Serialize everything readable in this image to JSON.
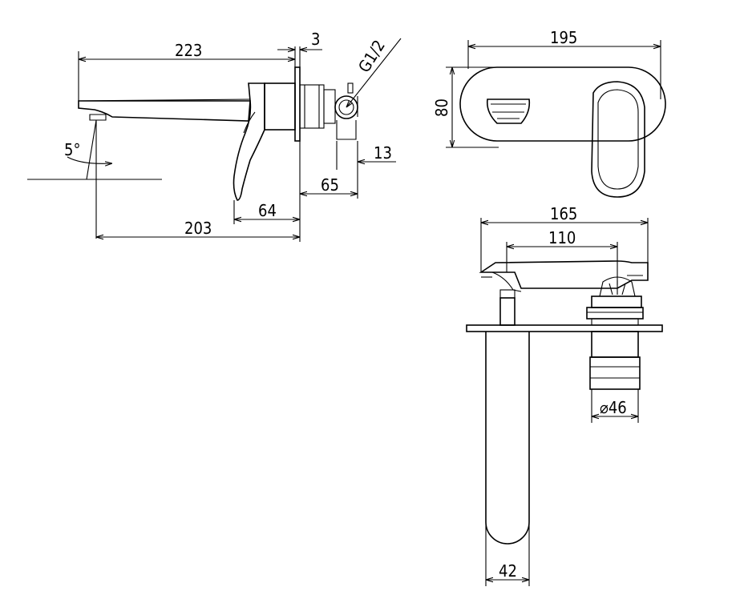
{
  "drawing": {
    "side_view": {
      "dim_total_length": "223",
      "dim_plate": "3",
      "dim_thread": "G1/2",
      "dim_angle": "5°",
      "dim_offset": "13",
      "dim_depth": "65",
      "dim_handle": "64",
      "dim_reach": "203"
    },
    "front_view": {
      "dim_width": "195",
      "dim_height": "80"
    },
    "top_view": {
      "dim_outer": "165",
      "dim_centers": "110",
      "dim_diameter": "⌀46",
      "dim_spout": "42"
    }
  },
  "colors": {
    "line": "#000000",
    "background": "#ffffff"
  }
}
